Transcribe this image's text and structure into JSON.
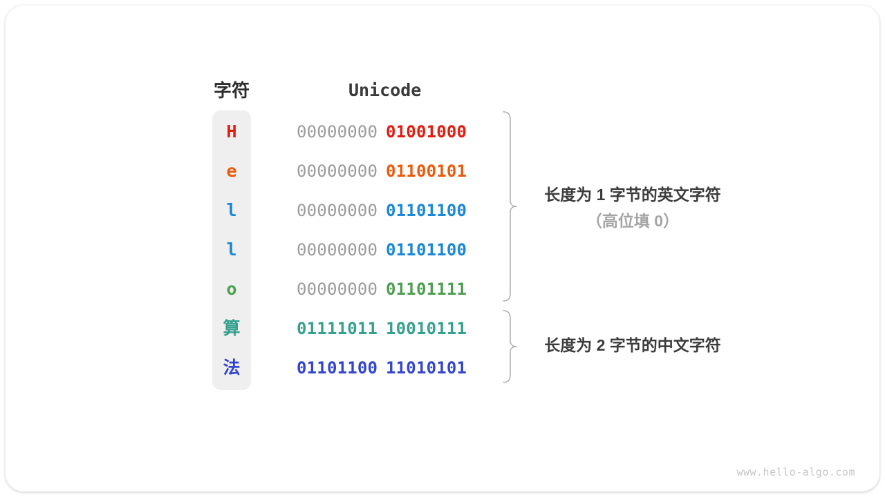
{
  "page": {
    "watermark": "www.hello-algo.com"
  },
  "table": {
    "char_header": "字符",
    "unicode_header": "Unicode",
    "rows": [
      {
        "char": "H",
        "high": "00000000",
        "low": "01001000",
        "char_color": "#df1d10",
        "high_color": "#9b9b9b",
        "low_color": "#df1d10"
      },
      {
        "char": "e",
        "high": "00000000",
        "low": "01100101",
        "char_color": "#ec5a0c",
        "high_color": "#9b9b9b",
        "low_color": "#ec5a0c"
      },
      {
        "char": "l",
        "high": "00000000",
        "low": "01101100",
        "char_color": "#1b87d8",
        "high_color": "#9b9b9b",
        "low_color": "#1b87d8"
      },
      {
        "char": "l",
        "high": "00000000",
        "low": "01101100",
        "char_color": "#1b87d8",
        "high_color": "#9b9b9b",
        "low_color": "#1b87d8"
      },
      {
        "char": "o",
        "high": "00000000",
        "low": "01101111",
        "char_color": "#4c9e50",
        "high_color": "#9b9b9b",
        "low_color": "#4c9e50"
      },
      {
        "char": "算",
        "high": "01111011",
        "low": "10010111",
        "char_color": "#35a08e",
        "high_color": "#35a08e",
        "low_color": "#35a08e"
      },
      {
        "char": "法",
        "high": "01101100",
        "low": "11010101",
        "char_color": "#3345cf",
        "high_color": "#3345cf",
        "low_color": "#3345cf"
      }
    ]
  },
  "annotations": {
    "english": {
      "line1": "长度为 1 字节的英文字符",
      "line2": "（高位填 0）"
    },
    "chinese": {
      "line1": "长度为 2 字节的中文字符"
    }
  },
  "palette": {
    "header_text": "#2e2e2e",
    "unicode_header_text": "#3a3a3a",
    "gray_byte": "#9b9b9b",
    "char_column_bg": "#efefef",
    "brace": "#a9a9a9",
    "annotation_primary": "#3c3c3c",
    "annotation_secondary": "#a5a5a5",
    "watermark": "#c6c6c6"
  }
}
